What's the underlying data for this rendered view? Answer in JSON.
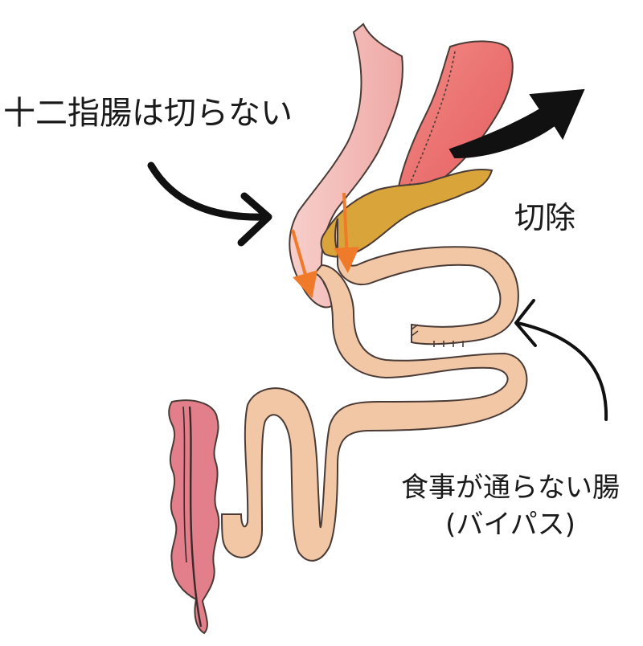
{
  "labels": {
    "duodenum_not_cut": "十二指腸は切らない",
    "resection": "切除",
    "bypass_line1": "食事が通らない腸",
    "bypass_line2": "(バイパス)"
  },
  "colors": {
    "esophagus_fill": "#f3b9b5",
    "stomach_fill": "#ea6f6c",
    "pancreas_fill": "#d9a53a",
    "small_intestine_fill": "#f2c7a5",
    "colon_fill": "#e27f8a",
    "flow_arrow": "#ef7a2a",
    "outline": "#4a3b36",
    "pointer_arrow": "#111111"
  },
  "icons": {
    "resection_arrow": "curved-arrow-right-icon",
    "duodenum_pointer": "curved-arrow-icon",
    "bypass_pointer": "curved-arrow-icon",
    "food_flow": "arrow-down-icon"
  }
}
